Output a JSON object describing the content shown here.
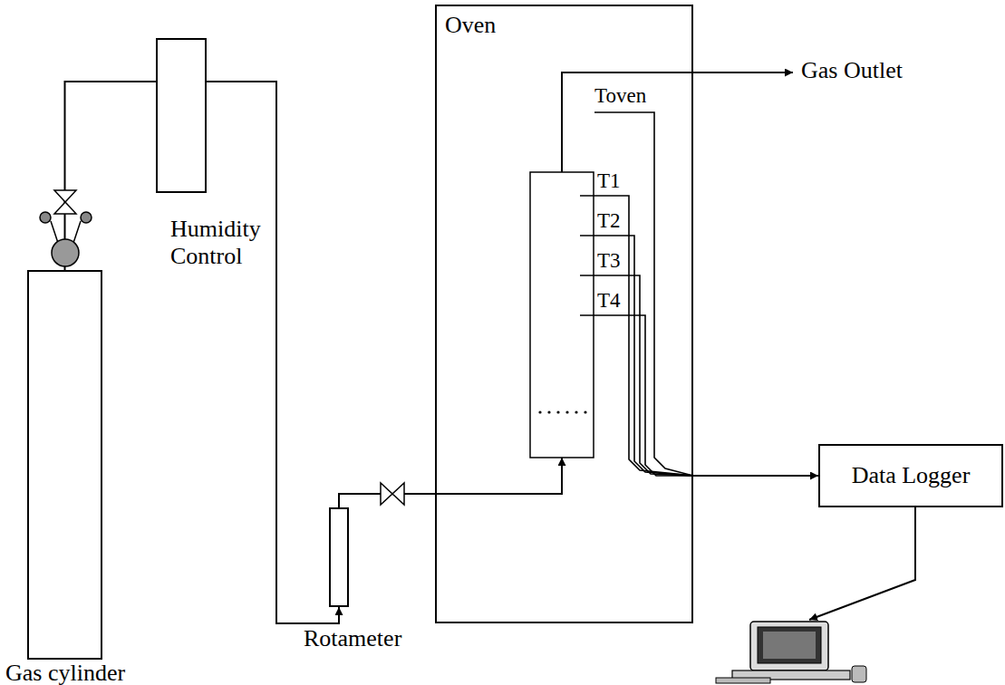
{
  "diagram": {
    "nodes": [
      {
        "text": [
          "Gas cylinder"
        ]
      },
      {
        "text": [
          "Humidity Control"
        ]
      },
      {
        "text": [
          "Rotameter"
        ]
      },
      {
        "text": [
          "Oven"
        ]
      },
      {
        "text": [
          "Data Logger"
        ]
      }
    ],
    "edges": [
      {
        "from": 0,
        "to": 1,
        "arrow": "none"
      },
      {
        "from": 1,
        "to": 2,
        "arrow": "to"
      },
      {
        "from": 2,
        "to": 3,
        "arrow": "to"
      },
      {
        "from": 3,
        "to": 4,
        "arrow": "to"
      }
    ],
    "labels": [
      "Gas Outlet",
      "Toven",
      "T1",
      "T2",
      "T3",
      "T4"
    ]
  }
}
